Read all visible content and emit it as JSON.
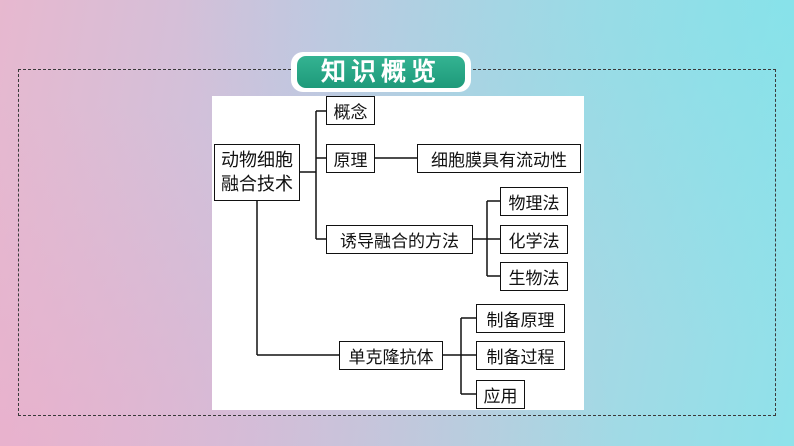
{
  "title": "知识概览",
  "root": {
    "line1": "动物细胞",
    "line2": "融合技术"
  },
  "nodes": {
    "concept": "概念",
    "principle": "原理",
    "principle_detail": "细胞膜具有流动性",
    "induce_methods": "诱导融合的方法",
    "physical": "物理法",
    "chemical": "化学法",
    "biological": "生物法",
    "monoclonal": "单克隆抗体",
    "prep_principle": "制备原理",
    "prep_process": "制备过程",
    "application": "应用"
  },
  "colors": {
    "badge_green": "#1e9a7a",
    "border": "#111111"
  }
}
